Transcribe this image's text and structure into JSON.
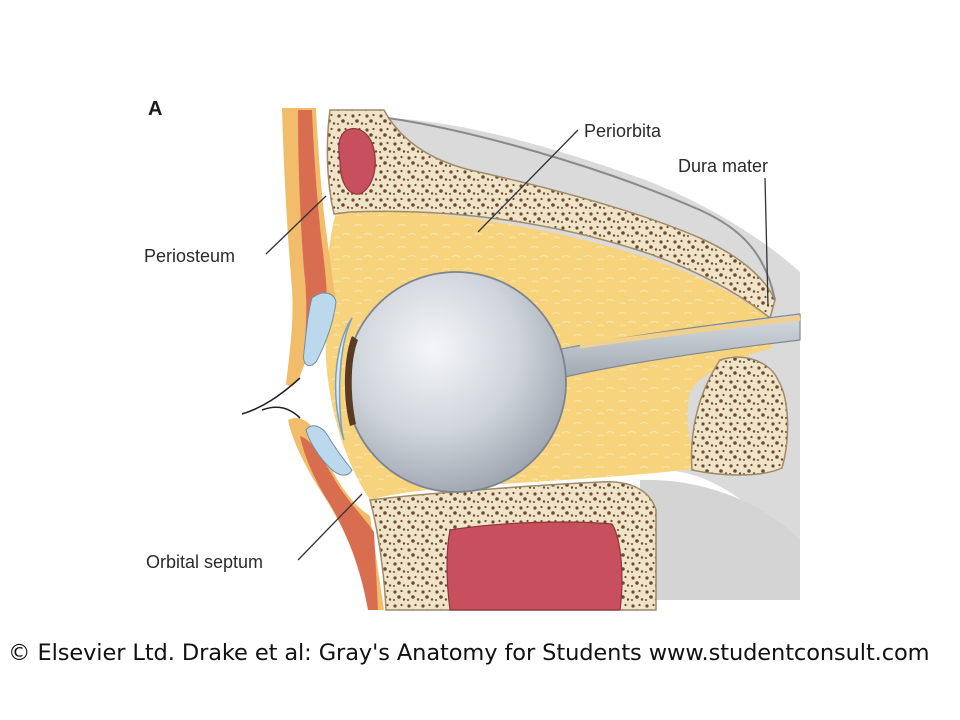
{
  "figure": {
    "panel_letter": "A",
    "labels": {
      "periorbita": "Periorbita",
      "dura_mater": "Dura mater",
      "periosteum": "Periosteum",
      "orbital_septum": "Orbital septum"
    },
    "credit": "© Elsevier Ltd. Drake et al: Gray's Anatomy for Students www.studentconsult.com"
  },
  "colors": {
    "background": "#ffffff",
    "orbital_fat": "#f6d37c",
    "skin": "#f1bd6b",
    "muscle": "#d96d50",
    "bone": "#efe4c8",
    "bone_pores": "#6e4a30",
    "sinus": "#c8505c",
    "eyeball": "#c9ced6",
    "lens": "#bcd8ec",
    "brain_shadow": "#dcdcdc"
  }
}
